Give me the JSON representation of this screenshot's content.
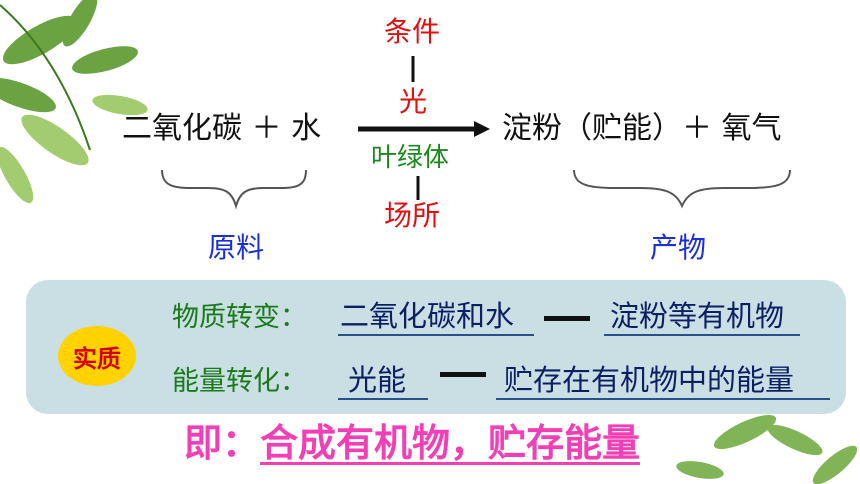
{
  "reaction": {
    "reactants": "二氧化碳 ＋ 水",
    "condition_title": "条件",
    "condition": "光",
    "site": "叶绿体",
    "site_title": "场所",
    "products": "淀粉（贮能）＋ 氧气",
    "reactants_label": "原料",
    "products_label": "产物"
  },
  "essence": {
    "badge": "实质",
    "rows": [
      {
        "label": "物质转变：",
        "from": "二氧化碳和水",
        "to": "淀粉等有机物"
      },
      {
        "label": "能量转化：",
        "from": "光能",
        "to": "贮存在有机物中的能量"
      }
    ]
  },
  "summary": {
    "prefix": "即：",
    "text": "合成有机物，贮存能量"
  },
  "colors": {
    "condition": "#e01010",
    "site": "#1a8a1a",
    "labels": "#1a2fd8",
    "panel": "#c9dfe4",
    "badge": "#ffd200",
    "summary": "#f23fb6"
  }
}
